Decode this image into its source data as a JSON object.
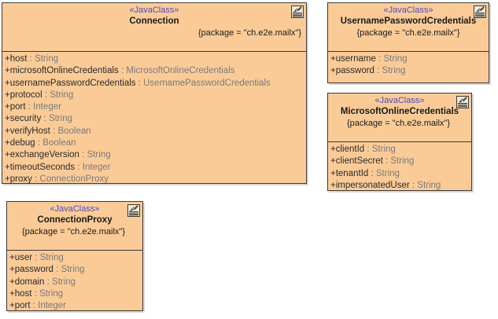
{
  "diagram": {
    "type": "uml-class-diagram",
    "background_color": "#ffffff",
    "class_fill_color": "#fbcb97",
    "class_border_color": "#3b3b3b",
    "stereotype_color": "#4b4bc4",
    "attribute_type_color": "#7a7a7a"
  },
  "classes": [
    {
      "id": "connection",
      "stereotype": "«JavaClass»",
      "name": "Connection",
      "package_tag": "{package = \"ch.e2e.mailx\"}",
      "icon": "java-class-icon",
      "attributes": [
        {
          "visibility": "+",
          "name": "host",
          "separator": " : ",
          "type": "String"
        },
        {
          "visibility": "+",
          "name": "microsoftOnlineCredentials",
          "separator": " : ",
          "type": "MicrosoftOnlineCredentials"
        },
        {
          "visibility": "+",
          "name": "usernamePasswordCredentials",
          "separator": " : ",
          "type": "UsernamePasswordCredentials"
        },
        {
          "visibility": "+",
          "name": "protocol",
          "separator": " : ",
          "type": "String"
        },
        {
          "visibility": "+",
          "name": "port",
          "separator": " : ",
          "type": "Integer"
        },
        {
          "visibility": "+",
          "name": "security",
          "separator": " : ",
          "type": "String"
        },
        {
          "visibility": "+",
          "name": "verifyHost",
          "separator": " : ",
          "type": "Boolean"
        },
        {
          "visibility": "+",
          "name": "debug",
          "separator": " : ",
          "type": "Boolean"
        },
        {
          "visibility": "+",
          "name": "exchangeVersion",
          "separator": " : ",
          "type": "String"
        },
        {
          "visibility": "+",
          "name": "timeoutSeconds",
          "separator": " : ",
          "type": "Integer"
        },
        {
          "visibility": "+",
          "name": "proxy",
          "separator": " : ",
          "type": "ConnectionProxy"
        }
      ]
    },
    {
      "id": "username-password-credentials",
      "stereotype": "«JavaClass»",
      "name": "UsernamePasswordCredentials",
      "package_tag": "{package = \"ch.e2e.mailx\"}",
      "icon": "java-class-icon",
      "attributes": [
        {
          "visibility": "+",
          "name": "username",
          "separator": " : ",
          "type": "String"
        },
        {
          "visibility": "+",
          "name": "password",
          "separator": " : ",
          "type": "String"
        }
      ]
    },
    {
      "id": "microsoft-online-credentials",
      "stereotype": "«JavaClass»",
      "name": "MicrosoftOnlineCredentials",
      "package_tag": "{package = \"ch.e2e.mailx\"}",
      "icon": "java-class-icon",
      "attributes": [
        {
          "visibility": "+",
          "name": "clientId",
          "separator": " : ",
          "type": "String"
        },
        {
          "visibility": "+",
          "name": "clientSecret",
          "separator": " : ",
          "type": "String"
        },
        {
          "visibility": "+",
          "name": "tenantId",
          "separator": " : ",
          "type": "String"
        },
        {
          "visibility": "+",
          "name": "impersonatedUser",
          "separator": " : ",
          "type": "String"
        }
      ]
    },
    {
      "id": "connection-proxy",
      "stereotype": "«JavaClass»",
      "name": "ConnectionProxy",
      "package_tag": "{package = \"ch.e2e.mailx\"}",
      "icon": "java-class-icon",
      "attributes": [
        {
          "visibility": "+",
          "name": "user",
          "separator": " : ",
          "type": "String"
        },
        {
          "visibility": "+",
          "name": "password",
          "separator": " : ",
          "type": "String"
        },
        {
          "visibility": "+",
          "name": "domain",
          "separator": " : ",
          "type": "String"
        },
        {
          "visibility": "+",
          "name": "host",
          "separator": " : ",
          "type": "String"
        },
        {
          "visibility": "+",
          "name": "port",
          "separator": " : ",
          "type": "Integer"
        }
      ]
    }
  ]
}
